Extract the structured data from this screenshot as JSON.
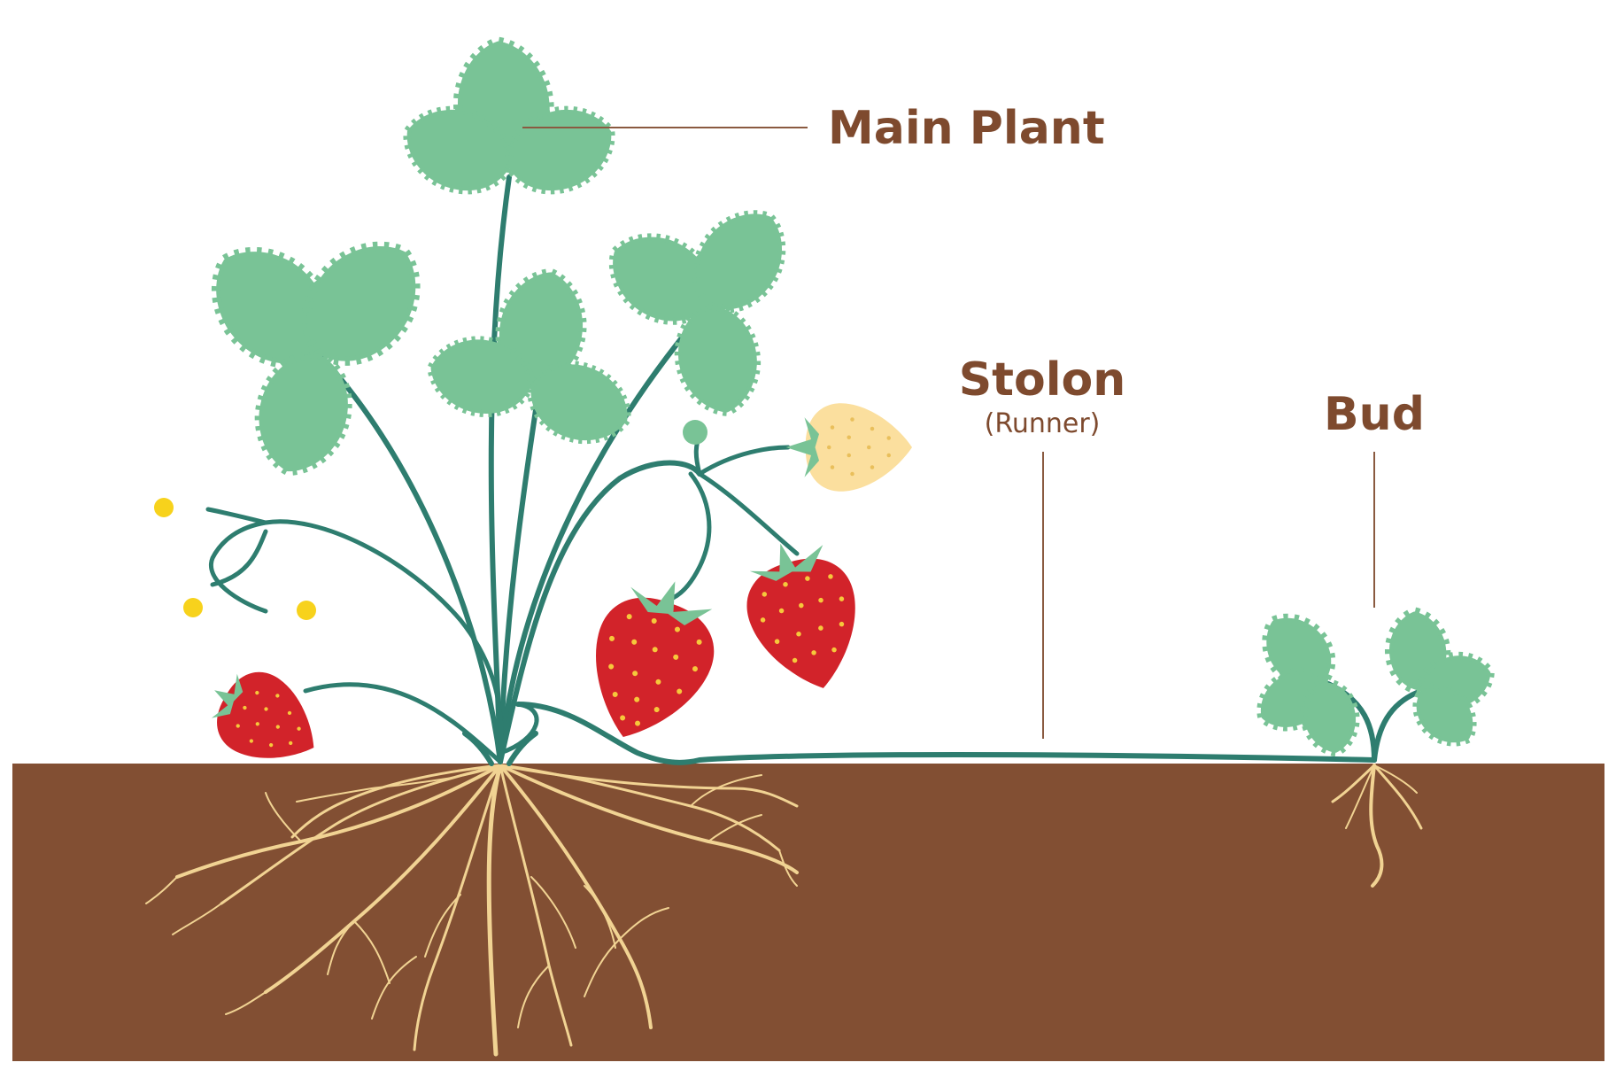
{
  "diagram": {
    "labels": {
      "main_plant": "Main Plant",
      "stolon": "Stolon",
      "runner": "(Runner)",
      "bud": "Bud"
    },
    "colors": {
      "soil": "#824f33",
      "leaf": "#79c396",
      "stem": "#2e7d6f",
      "root": "#f1d393",
      "ripe_berry": "#d2232a",
      "unripe_berry": "#fbdf9e",
      "seed": "#f6c83b",
      "flower": "#f7d21c",
      "label_text": "#7e4a2e"
    }
  }
}
